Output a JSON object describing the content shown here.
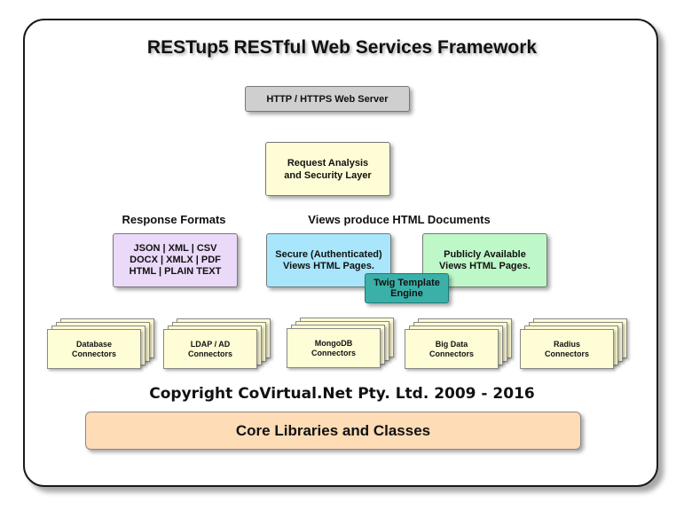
{
  "title": "RESTup5 RESTful Web Services Framework",
  "http_server": "HTTP / HTTPS Web Server",
  "request_layer": "Request Analysis\nand Security Layer",
  "response_formats": {
    "heading": "Response Formats",
    "content": "JSON | XML | CSV\nDOCX | XMLX | PDF\nHTML | PLAIN TEXT"
  },
  "views": {
    "heading": "Views produce HTML Documents",
    "secure": "Secure (Authenticated)\nViews HTML Pages.",
    "public": "Publicly Available\nViews HTML Pages.",
    "twig": "Twig Template\nEngine"
  },
  "connectors": [
    "Database\nConnectors",
    "LDAP / AD\nConnectors",
    "MongoDB\nConnectors",
    "Big Data\nConnectors",
    "Radius\nConnectors"
  ],
  "copyright": "Copyright CoVirtual.Net Pty. Ltd. 2009 - 2016",
  "core": "Core Libraries and Classes"
}
